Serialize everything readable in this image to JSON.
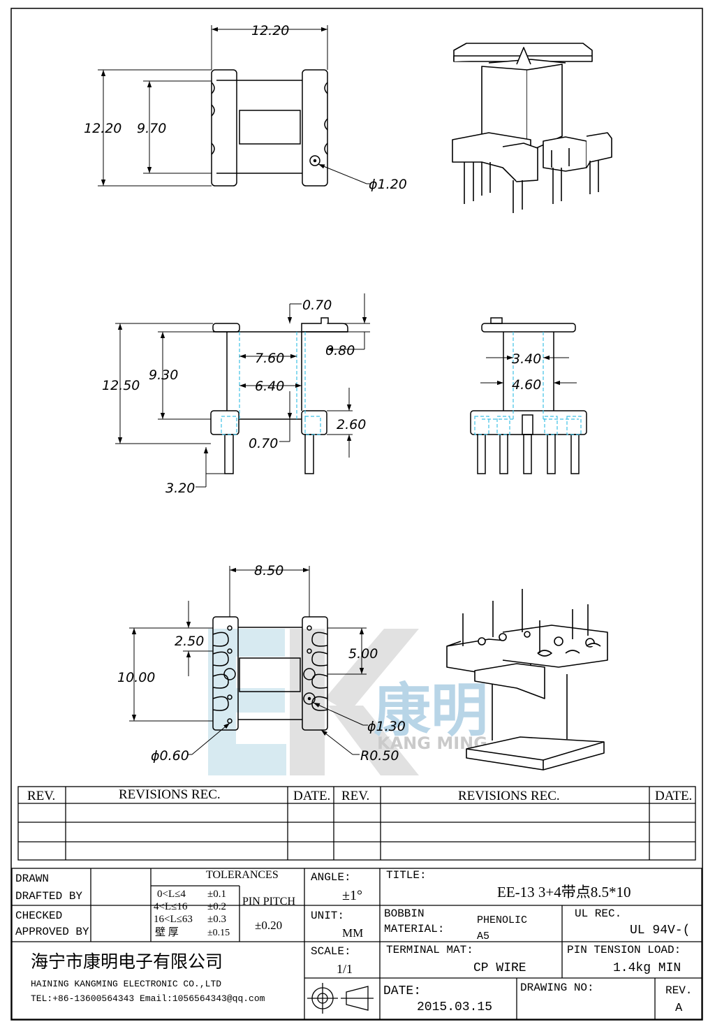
{
  "dimensions": {
    "top_width": "12.20",
    "top_height": "12.20",
    "top_window": "9.70",
    "top_hole": "ϕ1.20",
    "flange_thk": "0.70",
    "flange_step": "0.80",
    "inner_76": "7.60",
    "inner_64": "6.40",
    "height_93": "9.30",
    "height_125": "12.50",
    "base_260": "2.60",
    "flange_070b": "0.70",
    "pin_320": "3.20",
    "core_340": "3.40",
    "core_460": "4.60",
    "pin_span": "8.50",
    "pitch_250": "2.50",
    "pitch_500": "5.00",
    "row_1000": "10.00",
    "hole_130": "ϕ1.30",
    "pin_060": "ϕ0.60",
    "radius_050": "R0.50"
  },
  "watermark": {
    "brand_cn": "康明",
    "brand_en": "KANG MING"
  },
  "revisions": {
    "headers": [
      "REV.",
      "REVISIONS REC.",
      "DATE.",
      "REV.",
      "REVISIONS REC.",
      "DATE."
    ]
  },
  "title_block": {
    "drawn": "DRAWN",
    "drafted_by": "DRAFTED BY",
    "checked": "CHECKED",
    "approved_by": "APPROVED BY",
    "tolerances": "TOLERANCES",
    "tol_rows": [
      {
        "range": "0<L≤4",
        "val": "±0.1"
      },
      {
        "range": "4<L≤16",
        "val": "±0.2"
      },
      {
        "range": "16<L≤63",
        "val": "±0.3"
      },
      {
        "range": "壁 厚",
        "val": "±0.15"
      }
    ],
    "pin_pitch_label": "PIN PITCH",
    "pin_pitch_value": "±0.20",
    "angle_label": "ANGLE:",
    "angle_value": "±1°",
    "unit_label": "UNIT:",
    "unit_value": "MM",
    "scale_label": "SCALE:",
    "scale_value": "1/1",
    "title_label": "TITLE:",
    "title_value": "EE-13 3+4带点8.5*10",
    "bobbin_label1": "BOBBIN",
    "bobbin_label2": "MATERIAL:",
    "bobbin_value1": "PHENOLIC",
    "bobbin_value2": "A5",
    "ul_label": "UL REC.",
    "ul_value": "UL 94V-(",
    "terminal_label": "TERMINAL MAT:",
    "terminal_value": "CP WIRE",
    "pin_tension_label": "PIN TENSION LOAD:",
    "pin_tension_value": "1.4kg MIN",
    "company_cn": "海宁市康明电子有限公司",
    "company_en": "HAINING KANGMING ELECTRONIC CO.,LTD",
    "contact": "TEL:+86-13600564343   Email:1056564343@qq.com",
    "date_label": "DATE:",
    "date_value": "2015.03.15",
    "drawing_no_label": "DRAWING NO:",
    "drawing_no_value": "",
    "rev_label": "REV.",
    "rev_value": "A"
  }
}
